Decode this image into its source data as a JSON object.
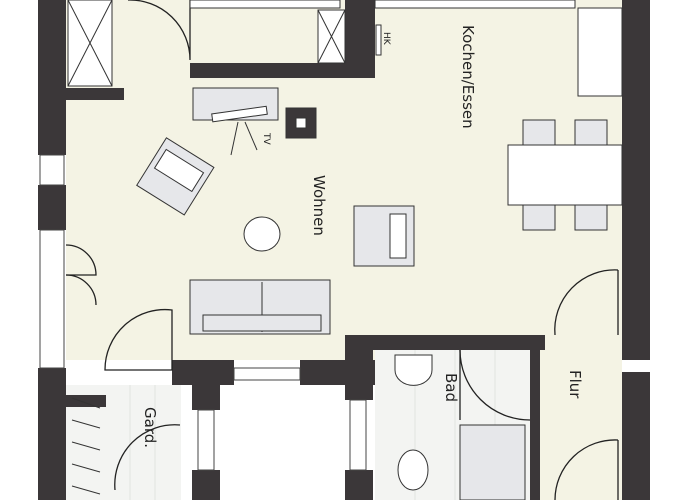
{
  "rooms": {
    "kitchen": "Kochen/Essen",
    "living": "Wohnen",
    "bath": "Bad",
    "hall": "Flur",
    "wardrobe": "Gard."
  },
  "symbols": {
    "radiator": "HK",
    "tv": "TV"
  },
  "colors": {
    "wall": "#3b3739",
    "floor": "#f4f3e4",
    "furniture": "#e6e7ea",
    "tile": "#ffffff"
  }
}
